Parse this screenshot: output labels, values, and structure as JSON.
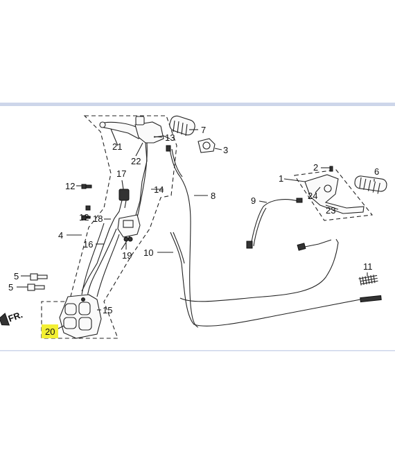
{
  "diagram": {
    "frame_accent": "#cdd6ea",
    "highlight_color": "#f3ef33",
    "direction_label": "FR.",
    "callouts": [
      "1",
      "2",
      "3",
      "4",
      "5",
      "5",
      "6",
      "7",
      "8",
      "9",
      "10",
      "11",
      "12",
      "12",
      "13",
      "14",
      "15",
      "16",
      "17",
      "18",
      "19",
      "20",
      "21",
      "22",
      "23",
      "24"
    ],
    "highlighted_callout": "20"
  }
}
